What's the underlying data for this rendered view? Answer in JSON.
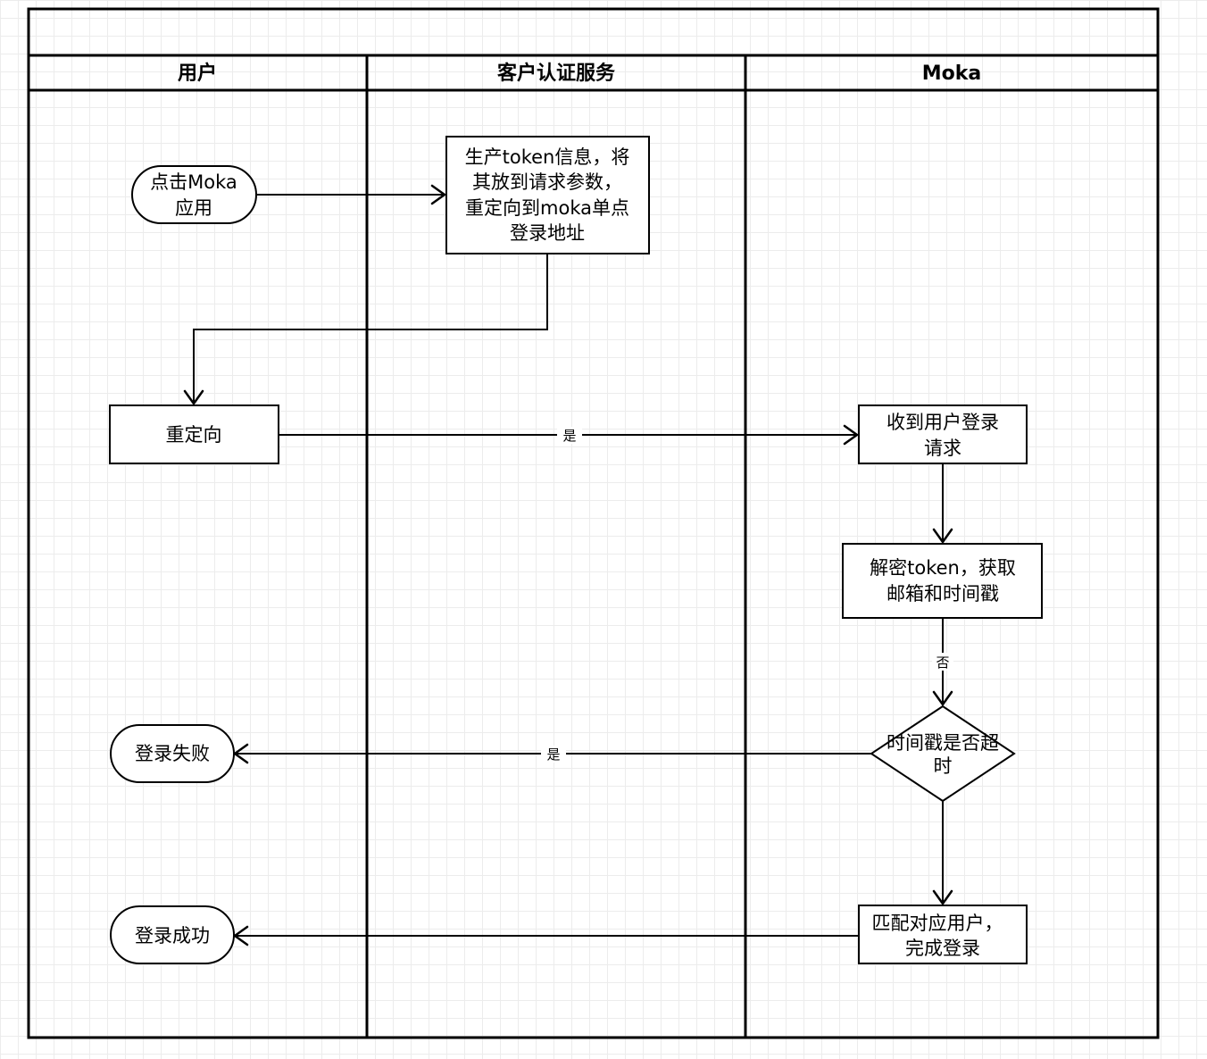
{
  "lanes": [
    {
      "id": "user",
      "label": "用户"
    },
    {
      "id": "auth",
      "label": "客户认证服务"
    },
    {
      "id": "moka",
      "label": "Moka"
    }
  ],
  "nodes": {
    "click_app": {
      "shape": "terminal",
      "lines": [
        "点击Moka",
        "应用"
      ]
    },
    "gen_token": {
      "shape": "process",
      "lines": [
        "生产token信息，将",
        "其放到请求参数，",
        "重定向到moka单点",
        "登录地址"
      ]
    },
    "redirect": {
      "shape": "process",
      "lines": [
        "重定向"
      ]
    },
    "receive_login": {
      "shape": "process",
      "lines": [
        "收到用户登录",
        "请求"
      ]
    },
    "decrypt": {
      "shape": "process",
      "lines": [
        "解密token，获取",
        "邮箱和时间戳"
      ]
    },
    "timeout_check": {
      "shape": "decision",
      "lines": [
        "时间戳是否超",
        "时"
      ]
    },
    "login_fail": {
      "shape": "terminal",
      "lines": [
        "登录失败"
      ]
    },
    "match_user": {
      "shape": "process",
      "lines": [
        "匹配对应用户，",
        "完成登录"
      ]
    },
    "login_success": {
      "shape": "terminal",
      "lines": [
        "登录成功"
      ]
    }
  },
  "edges": [
    {
      "id": "e1",
      "from": "click_app",
      "to": "gen_token",
      "label": ""
    },
    {
      "id": "e2",
      "from": "gen_token",
      "to": "redirect",
      "label": ""
    },
    {
      "id": "e3",
      "from": "redirect",
      "to": "receive_login",
      "label": "是"
    },
    {
      "id": "e4",
      "from": "receive_login",
      "to": "decrypt",
      "label": ""
    },
    {
      "id": "e5",
      "from": "decrypt",
      "to": "timeout_check",
      "label": "否"
    },
    {
      "id": "e6",
      "from": "timeout_check",
      "to": "login_fail",
      "label": "是"
    },
    {
      "id": "e7",
      "from": "timeout_check",
      "to": "match_user",
      "label": ""
    },
    {
      "id": "e8",
      "from": "match_user",
      "to": "login_success",
      "label": ""
    }
  ]
}
